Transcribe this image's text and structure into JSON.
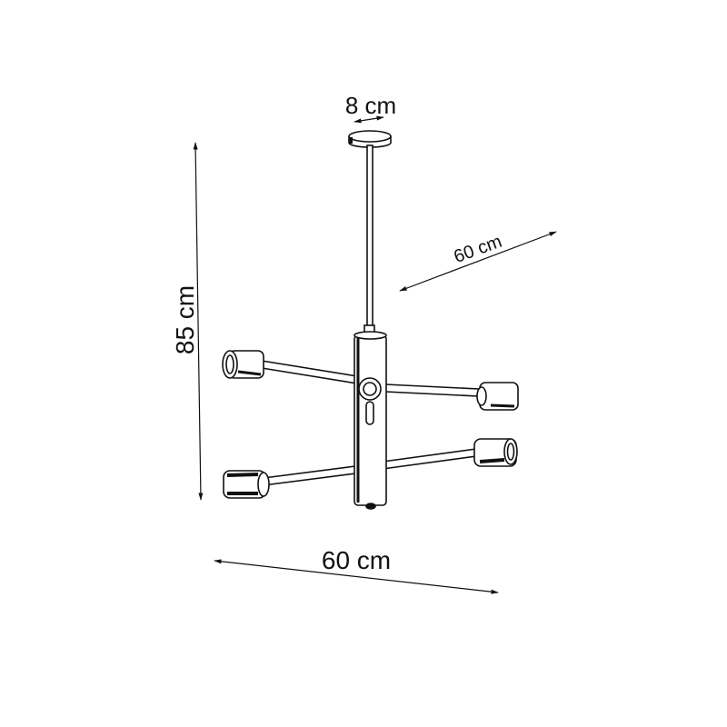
{
  "dimensions": {
    "canopy_diameter": "8 cm",
    "height": "85 cm",
    "depth": "60 cm",
    "width": "60 cm"
  },
  "colors": {
    "line": "#111111",
    "background": "#ffffff"
  }
}
